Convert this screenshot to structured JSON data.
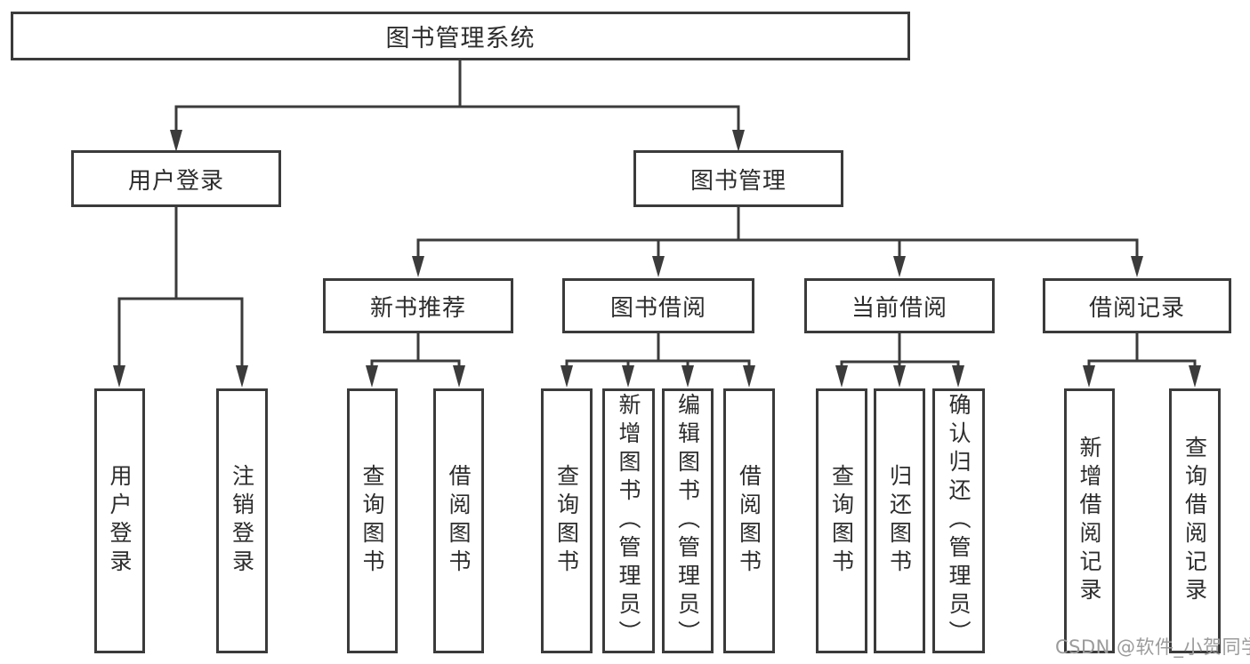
{
  "colors": {
    "line": "#3b3b3b",
    "text": "#2d2d2d",
    "background": "#ffffff",
    "watermark": "#9b9b9b"
  },
  "watermark": {
    "text": "CSDN @软件_小贺同学"
  },
  "tree": {
    "label": "图书管理系统",
    "children": [
      {
        "label": "用户登录",
        "children": [
          {
            "label": "用户登录"
          },
          {
            "label": "注销登录"
          }
        ]
      },
      {
        "label": "图书管理",
        "children": [
          {
            "label": "新书推荐",
            "children": [
              {
                "label": "查询图书"
              },
              {
                "label": "借阅图书"
              }
            ]
          },
          {
            "label": "图书借阅",
            "children": [
              {
                "label": "查询图书"
              },
              {
                "label": "新增图书（管理员）"
              },
              {
                "label": "编辑图书（管理员）"
              },
              {
                "label": "借阅图书"
              }
            ]
          },
          {
            "label": "当前借阅",
            "children": [
              {
                "label": "查询图书"
              },
              {
                "label": "归还图书"
              },
              {
                "label": "确认归还（管理员）"
              }
            ]
          },
          {
            "label": "借阅记录",
            "children": [
              {
                "label": "新增借阅记录"
              },
              {
                "label": "查询借阅记录"
              }
            ]
          }
        ]
      }
    ]
  }
}
